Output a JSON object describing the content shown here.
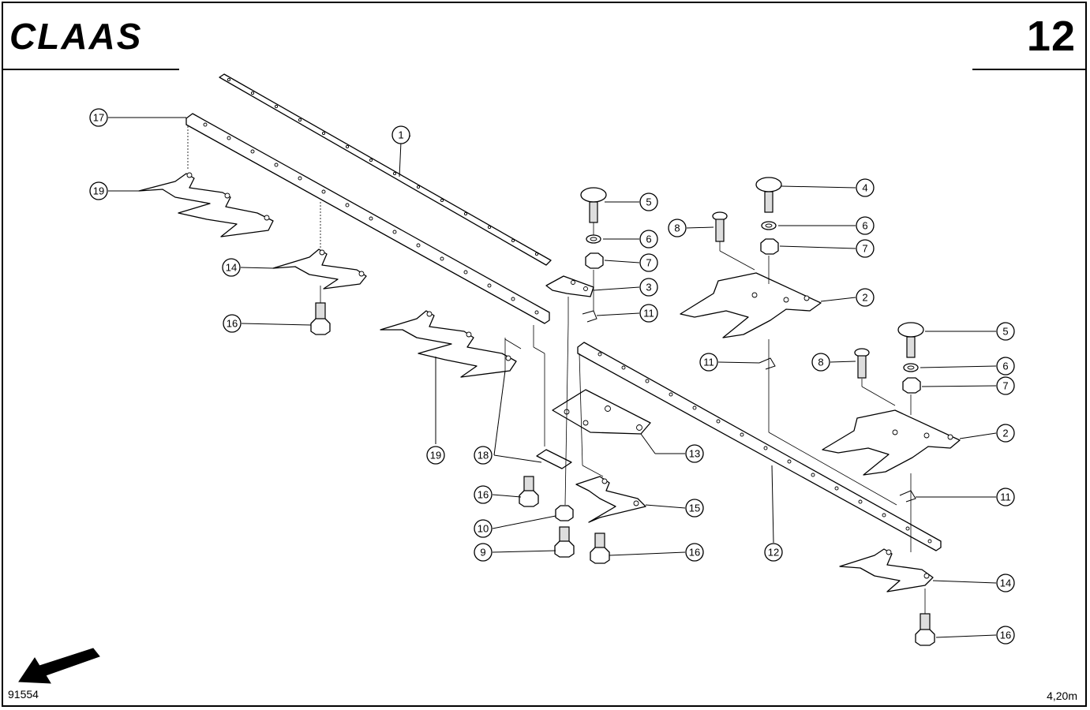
{
  "header": {
    "brand": "CLAAS",
    "page_number": "12"
  },
  "footer": {
    "drawing_number": "91554",
    "cutting_width": "4,20m"
  },
  "icons": {
    "logo": "claas-logo",
    "direction": "direction-arrow-icon"
  },
  "callouts": [
    {
      "label": "1"
    },
    {
      "label": "2"
    },
    {
      "label": "2"
    },
    {
      "label": "3"
    },
    {
      "label": "4"
    },
    {
      "label": "5"
    },
    {
      "label": "5"
    },
    {
      "label": "6"
    },
    {
      "label": "6"
    },
    {
      "label": "6"
    },
    {
      "label": "7"
    },
    {
      "label": "7"
    },
    {
      "label": "7"
    },
    {
      "label": "8"
    },
    {
      "label": "8"
    },
    {
      "label": "9"
    },
    {
      "label": "10"
    },
    {
      "label": "11"
    },
    {
      "label": "11"
    },
    {
      "label": "11"
    },
    {
      "label": "12"
    },
    {
      "label": "13"
    },
    {
      "label": "14"
    },
    {
      "label": "14"
    },
    {
      "label": "15"
    },
    {
      "label": "16"
    },
    {
      "label": "16"
    },
    {
      "label": "16"
    },
    {
      "label": "16"
    },
    {
      "label": "17"
    },
    {
      "label": "18"
    },
    {
      "label": "19"
    },
    {
      "label": "19"
    }
  ]
}
